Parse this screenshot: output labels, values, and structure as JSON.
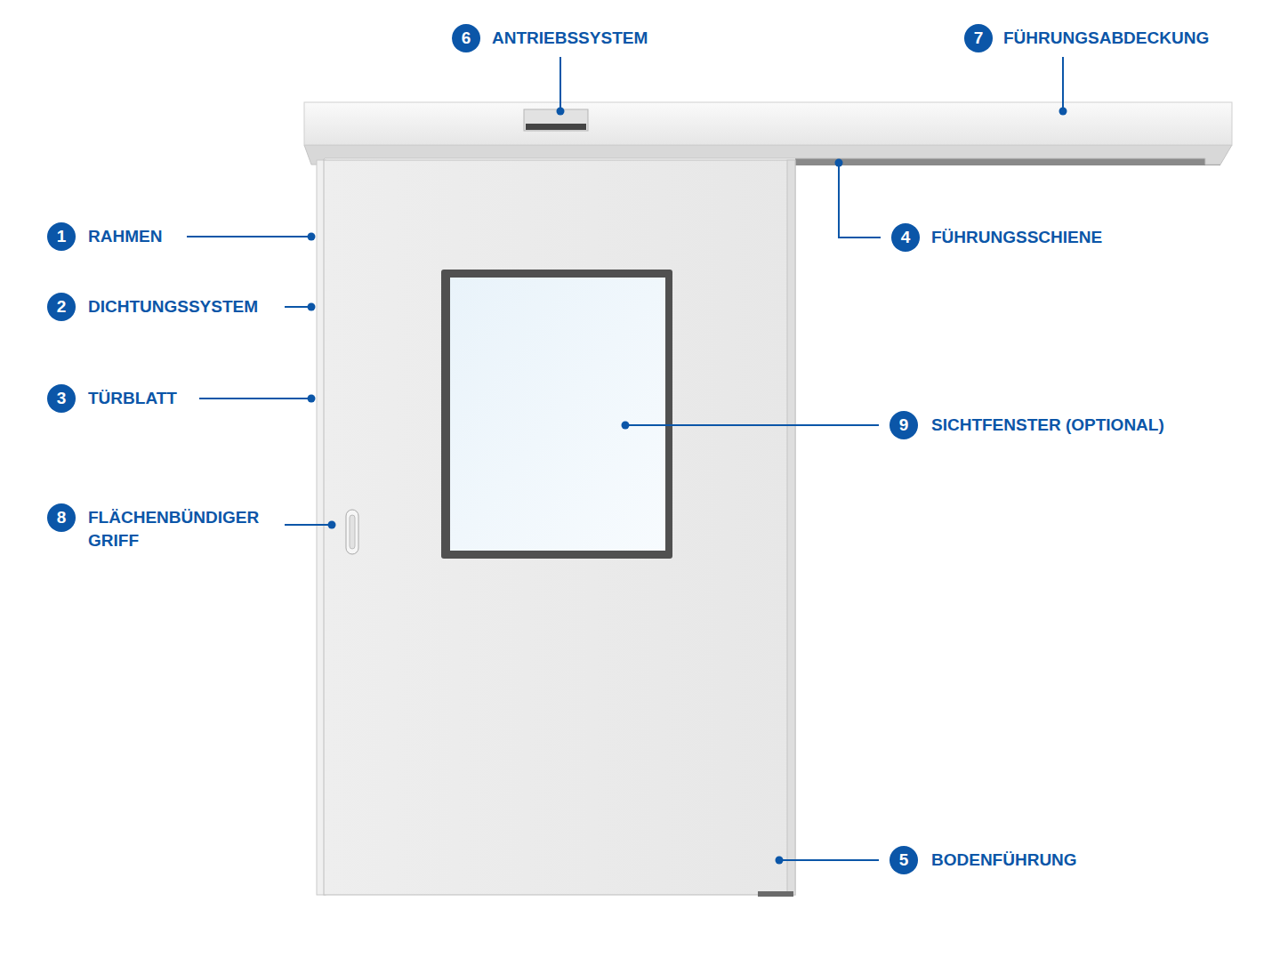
{
  "diagram": {
    "labels": [
      "6",
      "ANTRIEBSSYSTEM",
      "7",
      "FÜHRUNGSABDECKUNG",
      "1",
      "RAHMEN",
      "4",
      "FÜHRUNGSSCHIENE",
      "2",
      "DICHTUNGSSYSTEM",
      "3",
      "TÜRBLATT",
      "9",
      "SICHTFENSTER (OPTIONAL)",
      "8",
      "FLÄCHENBÜNDIGER GRIFF",
      "5",
      "BODENFÜHRUNG"
    ]
  }
}
